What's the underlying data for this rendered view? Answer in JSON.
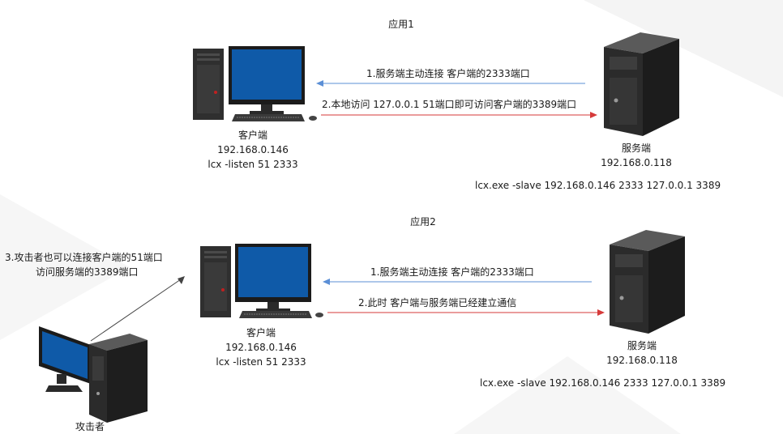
{
  "scenario1": {
    "title": "应用1",
    "client": {
      "name": "客户端",
      "ip": "192.168.0.146",
      "command": "lcx -listen 51 2333"
    },
    "server": {
      "name": "服务端",
      "ip": "192.168.0.118",
      "command": "lcx.exe -slave 192.168.0.146  2333  127.0.0.1 3389"
    },
    "arrow_blue_label": "1.服务端主动连接 客户端的2333端口",
    "arrow_red_label": "2.本地访问 127.0.0.1 51端口即可访问客户端的3389端口"
  },
  "scenario2": {
    "title": "应用2",
    "client": {
      "name": "客户端",
      "ip": "192.168.0.146",
      "command": "lcx -listen 51 2333"
    },
    "server": {
      "name": "服务端",
      "ip": "192.168.0.118",
      "command": "lcx.exe -slave 192.168.0.146  2333  127.0.0.1 3389"
    },
    "arrow_blue_label": "1.服务端主动连接 客户端的2333端口",
    "arrow_red_label": "2.此时 客户端与服务端已经建立通信",
    "attacker": {
      "name": "攻击者",
      "note_line1": "3.攻击者也可以连接客户端的51端口",
      "note_line2": "访问服务端的3389端口"
    }
  },
  "colors": {
    "blue_arrow": "#5b8fd6",
    "red_arrow": "#d63a3a",
    "screen": "#0f5aa8",
    "tower": "#2b2b2b"
  }
}
